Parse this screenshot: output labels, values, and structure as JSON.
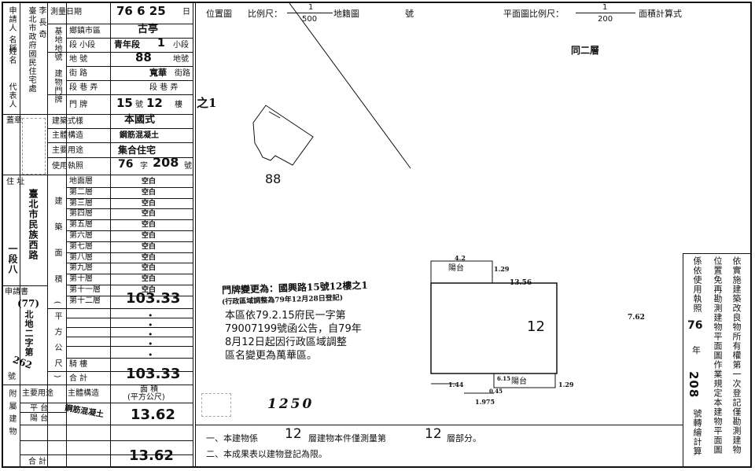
{
  "applicant": {
    "side_label": "申請人 名稱",
    "name_label": "姓名",
    "name_value": "臺北市政府國民住宅處",
    "rep_label": "代表人",
    "rep_value": "李 長 奇",
    "seal_label": "蓋章",
    "address_label": "住 址",
    "address_value": "臺北市民族西路",
    "address_value2": "一段八",
    "app_no_label": "申請書",
    "app_no_value": "(77)",
    "app_no_value2": "北地二字第",
    "app_no_value3": "262",
    "app_no_label2": "號"
  },
  "survey": {
    "date_label": "測量日期",
    "date_value": "76 6 25",
    "date_unit": "日",
    "base_label": "基地地號",
    "district_label": "鄉鎮市區",
    "district_value": "古亭",
    "section_label": "段 小段",
    "section_value": "青年段",
    "subsection_value": "1",
    "subsection_unit": "小段",
    "lot_label": "地 號",
    "lot_value": "88",
    "lot_unit": "地號",
    "door_label": "建物門牌",
    "street_label": "街 路",
    "street_value": "寬華",
    "street_unit": "街路",
    "lane_label": "段 巷 弄",
    "lane_value": "段 巷 弄",
    "num_label": "門 牌",
    "num_value": "15",
    "num_unit": "號",
    "floor_value": "12",
    "floor_unit": "樓",
    "sub_num": "之1",
    "style_label": "建築式樣",
    "style_value": "本國式",
    "structure_label": "主體構造",
    "structure_value": "鋼筋混凝土",
    "use_label": "主要用途",
    "use_value": "集合住宅",
    "license_label": "使用執照",
    "license_value": "76",
    "license_mid": "字",
    "license_no": "208",
    "license_unit": "號"
  },
  "floors": {
    "side_label": "建 築 面 積 (平方公尺)",
    "rows": [
      {
        "label": "地面層",
        "value": "空白"
      },
      {
        "label": "第二層",
        "value": "空白"
      },
      {
        "label": "第三層",
        "value": "空白"
      },
      {
        "label": "第四層",
        "value": "空白"
      },
      {
        "label": "第五層",
        "value": "空白"
      },
      {
        "label": "第六層",
        "value": "空白"
      },
      {
        "label": "第七層",
        "value": "空白"
      },
      {
        "label": "第八層",
        "value": "空白"
      },
      {
        "label": "第九層",
        "value": "空白"
      },
      {
        "label": "第十層",
        "value": "空白"
      },
      {
        "label": "第十一層",
        "value": "空白"
      },
      {
        "label": "第十二層",
        "value": "103.33"
      }
    ],
    "dots": "•",
    "attic_label": "騎 樓",
    "total_label": "合 計",
    "total_value": "103.33"
  },
  "annex": {
    "side_label": "附屬建物",
    "col_use": "主要用途",
    "col_structure": "主體構造",
    "col_area": "面 積",
    "col_area_unit": "(平方公尺)",
    "row_label1": "平 台",
    "row_label2": "陽 台",
    "row_structure": "鋼筋混凝土",
    "row_value": "13.62",
    "total_label": "合 計",
    "total_value": "13.62"
  },
  "header": {
    "location_label": "位置圖",
    "scale_label": "比例尺：",
    "scale_num": "1",
    "scale_den": "500",
    "map_label": "地籍圖",
    "map_no_label": "號",
    "plan_scale_label": "平面圖比例尺：",
    "plan_scale_num": "1",
    "plan_scale_den": "200",
    "area_calc_label": "面積計算式",
    "floor_heading": "同二層"
  },
  "location_map": {
    "lot_number": "88"
  },
  "annotations": {
    "door_change": "門牌變更為：國興路15號12樓之1",
    "door_change_note": "(行政區域調整為79年12月28日登記)",
    "notice1": "本區依79.2.15府民一字第",
    "notice2": "79007199號函公告，自79年",
    "notice3": "8月12日起因行政區域調整",
    "notice4": "區名變更為萬華區。",
    "sketch_number": "1250"
  },
  "plan": {
    "balcony_top": "陽台",
    "balcony_bottom": "陽台",
    "room_no": "12",
    "dim_top": "13.56",
    "dim_right": "7.62",
    "dim_bal_w": "4.2",
    "dim_bal_h": "1.29",
    "dim_bal_h2": "1.29",
    "dim_bottom1": "1.44",
    "dim_bottom2": "1.975",
    "dim_bottom3": "6.15",
    "dim_bottom4": "0.45"
  },
  "footer": {
    "note1_pre": "一、本建物係",
    "note1_floors": "12",
    "note1_mid": "層建物本件僅測量第",
    "note1_floor": "12",
    "note1_post": "層部分。",
    "note2": "二、本成果表以建物登記為限。"
  },
  "right_panel": {
    "col1": "依實施建築改良物所有權第一次登記僅勘測建物",
    "col2": "位置免再勘測建物平面圖作業規定本建物平面圖",
    "col3": "係依使用執照",
    "col3_year": "76",
    "col3_unit": "年",
    "col3_no": "208",
    "col3_end": "號轉繪計算"
  }
}
